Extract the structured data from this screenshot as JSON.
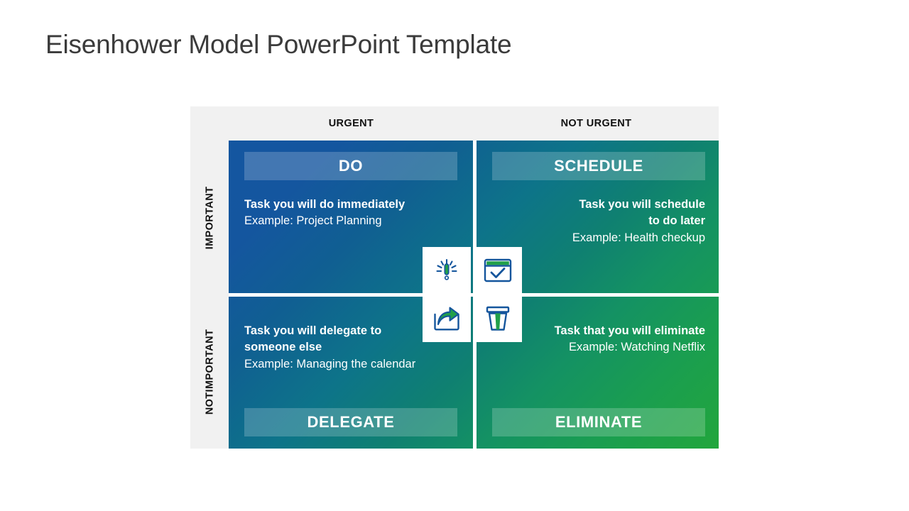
{
  "page": {
    "title": "Eisenhower Model PowerPoint Template"
  },
  "matrix": {
    "column_headers": [
      {
        "label": "URGENT"
      },
      {
        "label": "NOT URGENT"
      }
    ],
    "row_headers": [
      {
        "label": "IMPORTANT"
      },
      {
        "label": "NOTIMPORTANT"
      }
    ],
    "quadrants": [
      {
        "key": "do",
        "bar_label": "DO",
        "bar_position": "top",
        "text_align": "left",
        "task": "Task you will do immediately",
        "example": "Example: Project Planning",
        "color": "#1456a0"
      },
      {
        "key": "schedule",
        "bar_label": "SCHEDULE",
        "bar_position": "top",
        "text_align": "right",
        "task_line1": "Task you will schedule",
        "task_line2": "to do later",
        "example": "Example: Health checkup",
        "color": "#0d7489"
      },
      {
        "key": "delegate",
        "bar_label": "DELEGATE",
        "bar_position": "bottom",
        "text_align": "left",
        "task_line1": "Task you will delegate to",
        "task_line2": "someone else",
        "example": "Example: Managing the calendar",
        "color": "#0f8071"
      },
      {
        "key": "eliminate",
        "bar_label": "ELIMINATE",
        "bar_position": "bottom",
        "text_align": "right",
        "task": "Task that you will eliminate",
        "example": "Example: Watching Netflix",
        "color": "#22a63c"
      }
    ],
    "center_icons": [
      {
        "name": "exclamation-alert-icon",
        "quadrant": "do"
      },
      {
        "name": "calendar-check-icon",
        "quadrant": "schedule"
      },
      {
        "name": "share-forward-icon",
        "quadrant": "delegate"
      },
      {
        "name": "trash-bin-icon",
        "quadrant": "eliminate"
      }
    ]
  },
  "colors": {
    "title_text": "#3b3b3b",
    "band_background": "#f1f1f1",
    "gradient_start": "#1456a0",
    "gradient_mid": "#0d7489",
    "gradient_end": "#22a63c",
    "icon_navy": "#14559c",
    "icon_green": "#22a04a",
    "quadrant_text": "#ffffff",
    "bar_overlay": "rgba(255,255,255,0.20)"
  }
}
